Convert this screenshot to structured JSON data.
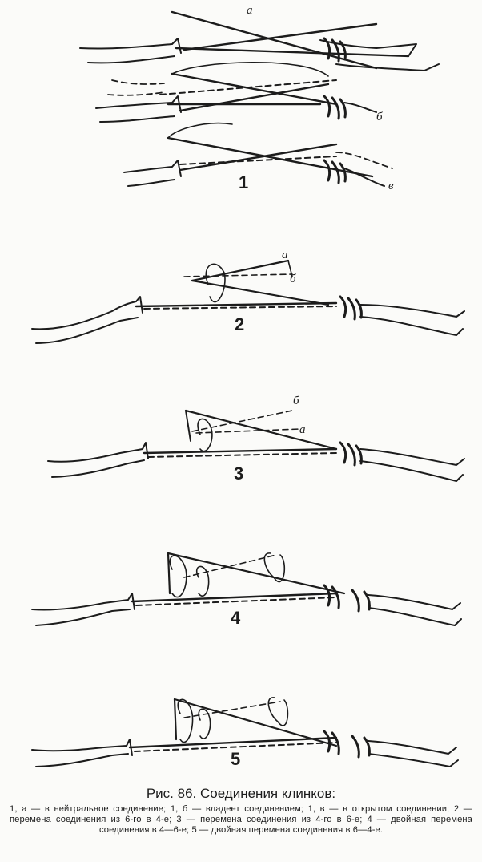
{
  "figures": [
    {
      "number": "1",
      "letters": [
        "а",
        "б",
        "в"
      ]
    },
    {
      "number": "2",
      "letters": [
        "а",
        "б"
      ]
    },
    {
      "number": "3",
      "letters": [
        "б",
        "а"
      ]
    },
    {
      "number": "4",
      "letters": []
    },
    {
      "number": "5",
      "letters": []
    }
  ],
  "caption": {
    "title": "Рис. 86. Соединения клинков:",
    "text": "1, а — в нейтральное соединение; 1, б — владеет соединением; 1, в — в открытом соединении; 2 — перемена соединения из 6-го в 4-е; 3 — перемена соединения из 4-го в 6-е; 4 — двойная перемена соединения в 4—6-е; 5 — двойная перемена соединения в 6—4-е."
  }
}
